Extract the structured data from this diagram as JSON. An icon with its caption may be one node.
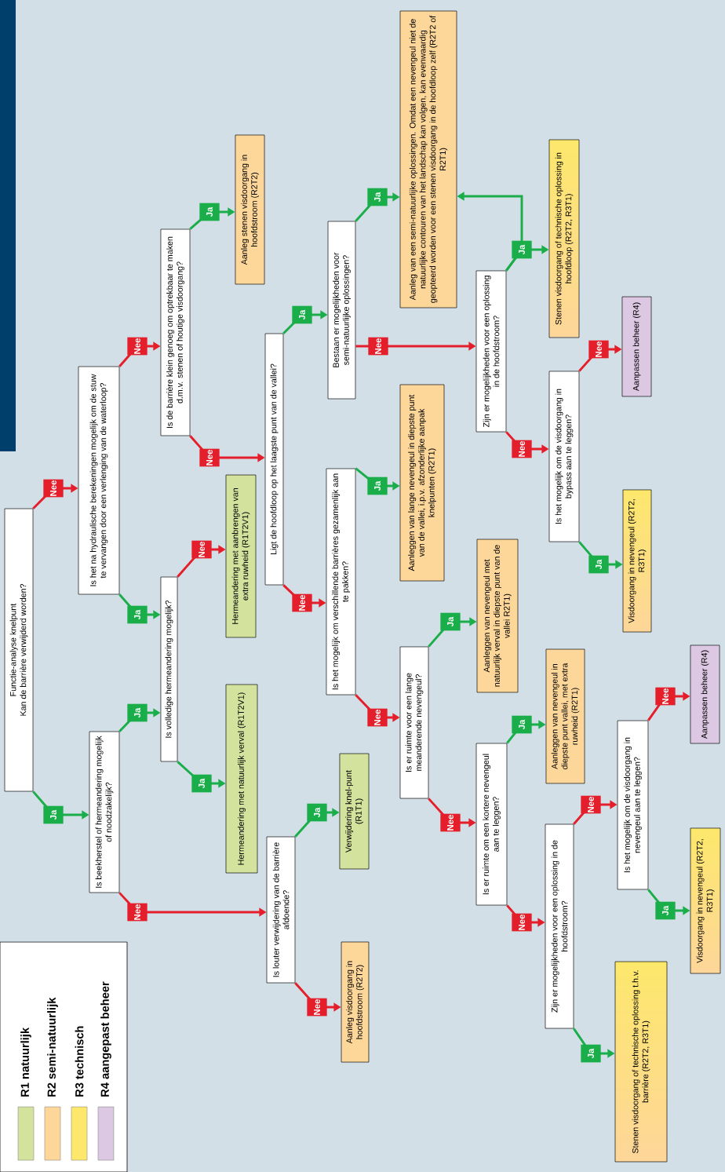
{
  "diagram": {
    "nodes": [
      {
        "text": [
          "Functie-analyse knelpunt",
          "Kan de barrière verwijderd worden?"
        ]
      },
      {
        "text": [
          "Is beekherstel of hermeandering mogelijk of noodzakelijk?"
        ]
      },
      {
        "text": [
          "Is het na hydraulische berekeningen mogelijk om de stuw te vervangen door een verlenging van de waterloop?"
        ]
      },
      {
        "text": [
          "Is volledige hermeandering mogelijk?"
        ]
      },
      {
        "text": [
          "Is louter verwijdering van de barrière afdoende?"
        ]
      },
      {
        "text": [
          "Is de barrière klein genoeg om optrekbaar te maken d.m.v. stenen of houtige visdoorgang?"
        ]
      },
      {
        "text": [
          "Hermeandering met natuurlijk verval (R1T2V1)"
        ]
      },
      {
        "text": [
          "Hermeandering met aanbrengen van extra ruwheid (R1T2V1)"
        ]
      },
      {
        "text": [
          "Verwijdering knel-punt (R1T1)"
        ]
      },
      {
        "text": [
          "Aanleg visdoorgang in hoofdstroom (R2T2)"
        ]
      },
      {
        "text": [
          "Aanleg stenen visdoorgang in hoofdstroom (R2T2)"
        ]
      },
      {
        "text": [
          "Ligt de hoofdloop op het laagste punt van de vallei?"
        ]
      },
      {
        "text": [
          "Is het mogelijk om verschillende barrières gezamenlijk aan te pakken?"
        ]
      },
      {
        "text": [
          "Bestaan er mogelijkheden voor semi-natuurlijke oplossingen?"
        ]
      },
      {
        "text": [
          "Aanleg van een semi-natuurlijke oplossingen. Omdat een nevengeul niet de natuurlijke contouren van het landschap kan volgen, kan evenwaardig geopteerd worden voor een stenen visdoorgang in de hoofdloop zelf (R2T2 of R2T1)"
        ]
      },
      {
        "text": [
          "Aanleggen van lange nevengeul in diepste punt van de vallei, i.p.v. afzonderlijke aanpak knelpunten (R2T1)"
        ]
      },
      {
        "text": [
          "Is er ruimte voor een lange meanderende nevengeul?"
        ]
      },
      {
        "text": [
          "Aanleggen van nevengeul met natuurlijk verval in diepste punt van de vallei R2T1)"
        ]
      },
      {
        "text": [
          "Is er ruimte om een kortere nevengeul aan te leggen?"
        ]
      },
      {
        "text": [
          "Aanleggen van nevengeul in diepste punt vallei, met extra ruwheid (R2T1)"
        ]
      },
      {
        "text": [
          "Zijn er mogelijkheden voor een oplossing in de hoofdstroom?"
        ]
      },
      {
        "text": [
          "Is het mogelijk om de visdoorgang in bypass aan te leggen?"
        ]
      },
      {
        "text": [
          "Stenen visdoorgang of technische oplossing in hoofdloop (R2T2, R3T1)"
        ]
      },
      {
        "text": [
          "Aanpassen beheer (R4)"
        ]
      },
      {
        "text": [
          "Visdoorgang in nevengeul (R2T2, R3T1)"
        ]
      },
      {
        "text": [
          "Zijn er mogelijkheden voor een oplossing in de hoofdstroom?"
        ]
      },
      {
        "text": [
          "Is het mogelijk om de visdoorgang in nevengeul aan te leggen?"
        ]
      },
      {
        "text": [
          "Aanpassen beheer (R4)"
        ]
      },
      {
        "text": [
          "Visdoorgang in nevengeul (R2T2, R3T1)"
        ]
      },
      {
        "text": [
          "Stenen visdoorgang of technische oplossing t.h.v. barrière (R2T2, R3T1)"
        ]
      }
    ],
    "edges": [
      {
        "from": 0,
        "to": 1,
        "arrow": "to",
        "label": "Ja",
        "color": "#1aae4a"
      },
      {
        "from": 0,
        "to": 2,
        "arrow": "to",
        "label": "Nee",
        "color": "#e41e2a"
      },
      {
        "from": 1,
        "to": 3,
        "arrow": "to",
        "label": "Ja",
        "color": "#1aae4a"
      },
      {
        "from": 1,
        "to": 4,
        "arrow": "to",
        "label": "Nee",
        "color": "#e41e2a"
      },
      {
        "from": 2,
        "to": 3,
        "arrow": "to",
        "label": "Ja",
        "color": "#1aae4a"
      },
      {
        "from": 2,
        "to": 5,
        "arrow": "to",
        "label": "Nee",
        "color": "#e41e2a"
      },
      {
        "from": 3,
        "to": 6,
        "arrow": "to",
        "label": "Ja",
        "color": "#1aae4a"
      },
      {
        "from": 3,
        "to": 7,
        "arrow": "to",
        "label": "Nee",
        "color": "#e41e2a"
      },
      {
        "from": 5,
        "to": 10,
        "arrow": "to",
        "label": "Ja",
        "color": "#1aae4a"
      },
      {
        "from": 5,
        "to": 11,
        "arrow": "to",
        "label": "Nee",
        "color": "#e41e2a"
      },
      {
        "from": 4,
        "to": 8,
        "arrow": "to",
        "label": "Ja",
        "color": "#1aae4a"
      },
      {
        "from": 4,
        "to": 9,
        "arrow": "to",
        "label": "Nee",
        "color": "#e41e2a"
      },
      {
        "from": 11,
        "to": 13,
        "arrow": "to",
        "label": "Ja",
        "color": "#1aae4a"
      },
      {
        "from": 11,
        "to": 12,
        "arrow": "to",
        "label": "Nee",
        "color": "#e41e2a"
      },
      {
        "from": 12,
        "to": 15,
        "arrow": "to",
        "label": "Ja",
        "color": "#1aae4a"
      },
      {
        "from": 12,
        "to": 16,
        "arrow": "to",
        "label": "Nee",
        "color": "#e41e2a"
      },
      {
        "from": 13,
        "to": 14,
        "arrow": "to",
        "label": "Ja",
        "color": "#1aae4a"
      },
      {
        "from": 13,
        "to": 20,
        "arrow": "to",
        "label": "Nee",
        "color": "#e41e2a"
      },
      {
        "from": 16,
        "to": 17,
        "arrow": "to",
        "label": "Ja",
        "color": "#1aae4a"
      },
      {
        "from": 16,
        "to": 18,
        "arrow": "to",
        "label": "Nee",
        "color": "#e41e2a"
      },
      {
        "from": 18,
        "to": 19,
        "arrow": "to",
        "label": "Ja",
        "color": "#1aae4a"
      },
      {
        "from": 18,
        "to": 25,
        "arrow": "to",
        "label": "Nee",
        "color": "#e41e2a"
      },
      {
        "from": 20,
        "to": 22,
        "arrow": "to",
        "label": "Ja",
        "color": "#1aae4a"
      },
      {
        "from": 20,
        "to": 14,
        "arrow": "to",
        "color": "#1aae4a"
      },
      {
        "from": 20,
        "to": 21,
        "arrow": "to",
        "label": "Nee",
        "color": "#e41e2a"
      },
      {
        "from": 21,
        "to": 24,
        "arrow": "to",
        "label": "Ja",
        "color": "#1aae4a"
      },
      {
        "from": 21,
        "to": 23,
        "arrow": "to",
        "label": "Nee",
        "color": "#e41e2a"
      },
      {
        "from": 25,
        "to": 29,
        "arrow": "to",
        "label": "Ja",
        "color": "#1aae4a"
      },
      {
        "from": 25,
        "to": 26,
        "arrow": "to",
        "label": "Nee",
        "color": "#e41e2a"
      },
      {
        "from": 26,
        "to": 28,
        "arrow": "to",
        "label": "Ja",
        "color": "#1aae4a"
      },
      {
        "from": 26,
        "to": 27,
        "arrow": "to",
        "label": "Nee",
        "color": "#e41e2a"
      }
    ],
    "legend": [
      {
        "text": "R1 natuurlijk",
        "color": "#d3e29d"
      },
      {
        "text": "R2 semi-natuurlijk",
        "color": "#fdd699"
      },
      {
        "text": "R3 technisch",
        "color": "#fde86b"
      },
      {
        "text": "R4 aangepast beheer",
        "color": "#dcc8e2"
      }
    ]
  }
}
